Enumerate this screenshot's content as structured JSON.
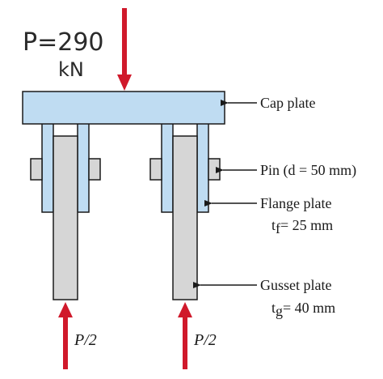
{
  "handwritten_note": {
    "line1": "P=290",
    "line2": "kN"
  },
  "labels": {
    "cap_plate": "Cap plate",
    "pin": "Pin (d = 50 mm)",
    "flange_plate": "Flange plate",
    "flange_thickness_prefix": "t",
    "flange_thickness_sub": "f",
    "flange_thickness_value": "= 25 mm",
    "gusset_plate": "Gusset plate",
    "gusset_thickness_prefix": "t",
    "gusset_thickness_sub": "g",
    "gusset_thickness_value": "= 40 mm",
    "load_left": "P/2",
    "load_right": "P/2"
  },
  "colors": {
    "cap_plate": "#bfdcf2",
    "flange_plate": "#bfdcf2",
    "gusset_plate": "#d6d6d6",
    "pin": "#d6d6d6",
    "arrow": "#d0192b",
    "outline": "#1a1a1a"
  }
}
